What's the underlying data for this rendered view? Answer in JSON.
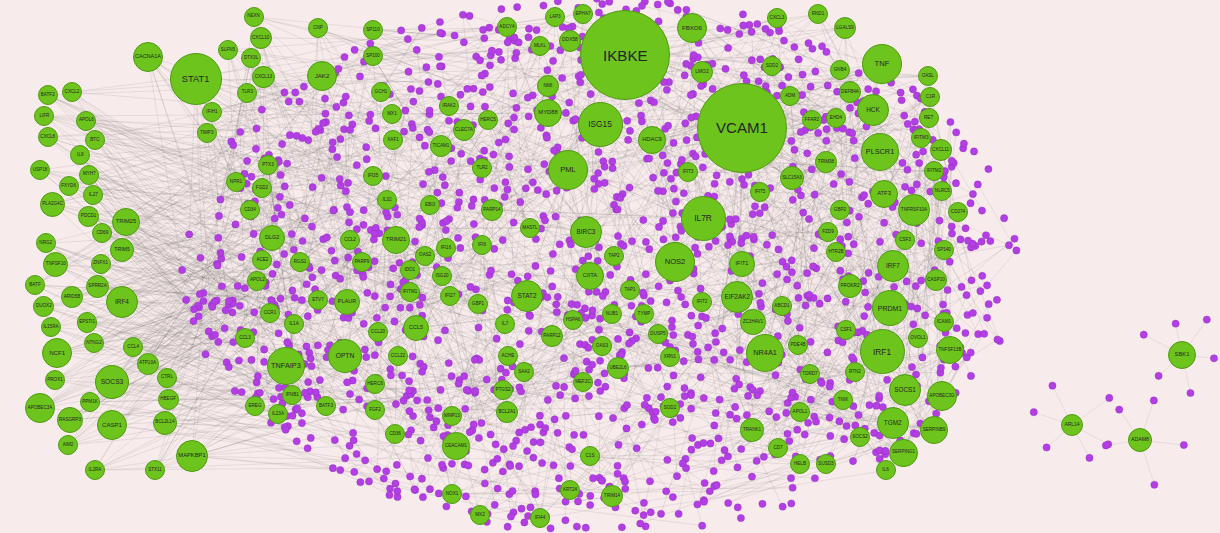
{
  "diagram": {
    "nodes": [
      {
        "text": [
          "NEXN"
        ]
      },
      {
        "text": [
          "CNP"
        ]
      },
      {
        "text": [
          "CXCL10"
        ]
      },
      {
        "text": [
          "CACNA1A"
        ]
      },
      {
        "text": [
          "SLFN5"
        ]
      },
      {
        "text": [
          "DTX3L"
        ]
      },
      {
        "text": [
          "STAT1"
        ]
      },
      {
        "text": [
          "CXCL13"
        ]
      },
      {
        "text": [
          "JAK2"
        ]
      },
      {
        "text": [
          "TLR3"
        ]
      },
      {
        "text": [
          "BATF2"
        ]
      },
      {
        "text": [
          "CXCL2"
        ]
      },
      {
        "text": [
          "IFIH1"
        ]
      },
      {
        "text": [
          "LIFR"
        ]
      },
      {
        "text": [
          "APOL6"
        ]
      },
      {
        "text": [
          "TIMP3"
        ]
      },
      {
        "text": [
          "CXCL8"
        ]
      },
      {
        "text": [
          "BTC"
        ]
      },
      {
        "text": [
          "IL9"
        ]
      },
      {
        "text": [
          "USP18"
        ]
      },
      {
        "text": [
          "MYH7"
        ]
      },
      {
        "text": [
          "FXYD6"
        ]
      },
      {
        "text": [
          "IL27"
        ]
      },
      {
        "text": [
          "PLA2G4C"
        ]
      },
      {
        "text": [
          "PDCD1"
        ]
      },
      {
        "text": [
          "TRIM25"
        ]
      },
      {
        "text": [
          "CD69"
        ]
      },
      {
        "text": [
          "NRG2"
        ]
      },
      {
        "text": [
          "TRIM5"
        ]
      },
      {
        "text": [
          "TNFSF10"
        ]
      },
      {
        "text": [
          "ZNFX1"
        ]
      },
      {
        "text": [
          "SPRR2A"
        ]
      },
      {
        "text": [
          "BATF"
        ]
      },
      {
        "text": [
          "IRF4"
        ]
      },
      {
        "text": [
          "ARID5B"
        ]
      },
      {
        "text": [
          "DUOX2"
        ]
      },
      {
        "text": [
          "IL15RA"
        ]
      },
      {
        "text": [
          "EPSTI1"
        ]
      },
      {
        "text": [
          "NTNG2"
        ]
      },
      {
        "text": [
          "CCL4"
        ]
      },
      {
        "text": [
          "NCF1"
        ]
      },
      {
        "text": [
          "ATP10A"
        ]
      },
      {
        "text": [
          "PROX1"
        ]
      },
      {
        "text": [
          "SOCS3"
        ]
      },
      {
        "text": [
          "CTRL"
        ]
      },
      {
        "text": [
          "PPM1K"
        ]
      },
      {
        "text": [
          "HBEGF"
        ]
      },
      {
        "text": [
          "APOBEC3A"
        ]
      },
      {
        "text": [
          "RASGRP3"
        ]
      },
      {
        "text": [
          "CASP1"
        ]
      },
      {
        "text": [
          "BCL2L14"
        ]
      },
      {
        "text": [
          "AIM2"
        ]
      },
      {
        "text": [
          "IL2RA"
        ]
      },
      {
        "text": [
          "STX11"
        ]
      },
      {
        "text": [
          "MAPKBP1"
        ]
      },
      {
        "text": [
          "PTX3"
        ]
      },
      {
        "text": [
          "NPR1"
        ]
      },
      {
        "text": [
          "FGD2"
        ]
      },
      {
        "text": [
          "CD34"
        ]
      },
      {
        "text": [
          "DLG2"
        ]
      },
      {
        "text": [
          "ACE2"
        ]
      },
      {
        "text": [
          "APOL2"
        ]
      },
      {
        "text": [
          "RGS1"
        ]
      },
      {
        "text": [
          "ETV7"
        ]
      },
      {
        "text": [
          "CCR1"
        ]
      },
      {
        "text": [
          "IL1A"
        ]
      },
      {
        "text": [
          "CCL3"
        ]
      },
      {
        "text": [
          "TNFAIP3"
        ]
      },
      {
        "text": [
          "EREG"
        ]
      },
      {
        "text": [
          "IL23A"
        ]
      },
      {
        "text": [
          "IFNB1"
        ]
      },
      {
        "text": [
          "BATF3"
        ]
      },
      {
        "text": [
          "OPTN"
        ]
      },
      {
        "text": [
          "PLAUR"
        ]
      },
      {
        "text": [
          "CCL2"
        ]
      },
      {
        "text": [
          "SP110"
        ]
      },
      {
        "text": [
          "SP100"
        ]
      },
      {
        "text": [
          "GCH1"
        ]
      },
      {
        "text": [
          "MX1"
        ]
      },
      {
        "text": [
          "XAF1"
        ]
      },
      {
        "text": [
          "IFI35"
        ]
      },
      {
        "text": [
          "IL32"
        ]
      },
      {
        "text": [
          "EBI3"
        ]
      },
      {
        "text": [
          "TRIM21"
        ]
      },
      {
        "text": [
          "IRAK2"
        ]
      },
      {
        "text": [
          "CLEC7A"
        ]
      },
      {
        "text": [
          "TICAM1"
        ]
      },
      {
        "text": [
          "HERC5"
        ]
      },
      {
        "text": [
          "TLR2"
        ]
      },
      {
        "text": [
          "ADCY4"
        ]
      },
      {
        "text": [
          "LAP3"
        ]
      },
      {
        "text": [
          "MLKL"
        ]
      },
      {
        "text": [
          "DDX58"
        ]
      },
      {
        "text": [
          "NMI"
        ]
      },
      {
        "text": [
          "MYD88"
        ]
      },
      {
        "text": [
          "EPHA7"
        ]
      },
      {
        "text": [
          "IKBKE"
        ]
      },
      {
        "text": [
          "FBXO6"
        ]
      },
      {
        "text": [
          "LMO2"
        ]
      },
      {
        "text": [
          "ISG15"
        ]
      },
      {
        "text": [
          "HDAC9"
        ]
      },
      {
        "text": [
          "VCAM1"
        ]
      },
      {
        "text": [
          "SOD2"
        ]
      },
      {
        "text": [
          "IFIT3"
        ]
      },
      {
        "text": [
          "PML"
        ]
      },
      {
        "text": [
          "BIRC3"
        ]
      },
      {
        "text": [
          "MASTL"
        ]
      },
      {
        "text": [
          "PARP14"
        ]
      },
      {
        "text": [
          "IFI16"
        ]
      },
      {
        "text": [
          "OAS2"
        ]
      },
      {
        "text": [
          "IFI6"
        ]
      },
      {
        "text": [
          "IDO1"
        ]
      },
      {
        "text": [
          "ISG20"
        ]
      },
      {
        "text": [
          "PARP9"
        ]
      },
      {
        "text": [
          "IFITM1"
        ]
      },
      {
        "text": [
          "IFI27"
        ]
      },
      {
        "text": [
          "GBP1"
        ]
      },
      {
        "text": [
          "STAT2"
        ]
      },
      {
        "text": [
          "CIITA"
        ]
      },
      {
        "text": [
          "TAP2"
        ]
      },
      {
        "text": [
          "TAP1"
        ]
      },
      {
        "text": [
          "HSPA6"
        ]
      },
      {
        "text": [
          "NUB1"
        ]
      },
      {
        "text": [
          "TYMP"
        ]
      },
      {
        "text": [
          "IL7R"
        ]
      },
      {
        "text": [
          "NOS2"
        ]
      },
      {
        "text": [
          "IFIT2"
        ]
      },
      {
        "text": [
          "IFIT1"
        ]
      },
      {
        "text": [
          "EIF2AK2"
        ]
      },
      {
        "text": [
          "IFIT5"
        ]
      },
      {
        "text": [
          "IL7"
        ]
      },
      {
        "text": [
          "PARP12"
        ]
      },
      {
        "text": [
          "OAS3"
        ]
      },
      {
        "text": [
          "DUSP5"
        ]
      },
      {
        "text": [
          "CCL5"
        ]
      },
      {
        "text": [
          "CCL20"
        ]
      },
      {
        "text": [
          "CCL22"
        ]
      },
      {
        "text": [
          "HERC6"
        ]
      },
      {
        "text": [
          "ACHE"
        ]
      },
      {
        "text": [
          "SAA2"
        ]
      },
      {
        "text": [
          "PTGS2"
        ]
      },
      {
        "text": [
          "BCL2A1"
        ]
      },
      {
        "text": [
          "MEF2C"
        ]
      },
      {
        "text": [
          "UBE2L6"
        ]
      },
      {
        "text": [
          "XRN1"
        ]
      },
      {
        "text": [
          "ZC3HAV1"
        ]
      },
      {
        "text": [
          "NR4A1"
        ]
      },
      {
        "text": [
          "SOD2"
        ]
      },
      {
        "text": [
          "FGF2"
        ]
      },
      {
        "text": [
          "CD36"
        ]
      },
      {
        "text": [
          "MMP13"
        ]
      },
      {
        "text": [
          "CEACAM1"
        ]
      },
      {
        "text": [
          "NOX1"
        ]
      },
      {
        "text": [
          "MX2"
        ]
      },
      {
        "text": [
          "IFI44"
        ]
      },
      {
        "text": [
          "C1S"
        ]
      },
      {
        "text": [
          "TRIM14"
        ]
      },
      {
        "text": [
          "KRT24"
        ]
      },
      {
        "text": [
          "TRANK1"
        ]
      },
      {
        "text": [
          "CD7"
        ]
      },
      {
        "text": [
          "HELB"
        ]
      },
      {
        "text": [
          "SUSD3"
        ]
      },
      {
        "text": [
          "APOL1"
        ]
      },
      {
        "text": [
          "PDE4B"
        ]
      },
      {
        "text": [
          "TDRD7"
        ]
      },
      {
        "text": [
          "RTN2"
        ]
      },
      {
        "text": [
          "TNIK"
        ]
      },
      {
        "text": [
          "SOCS2"
        ]
      },
      {
        "text": [
          "ABCD1"
        ]
      },
      {
        "text": [
          "CXCL3"
        ]
      },
      {
        "text": [
          "RND1"
        ]
      },
      {
        "text": [
          "LGALS9"
        ]
      },
      {
        "text": [
          "TNF"
        ]
      },
      {
        "text": [
          "GNB4"
        ]
      },
      {
        "text": [
          "DEFB4A"
        ]
      },
      {
        "text": [
          "ADM"
        ]
      },
      {
        "text": [
          "FFAR2"
        ]
      },
      {
        "text": [
          "EHD4"
        ]
      },
      {
        "text": [
          "HCK"
        ]
      },
      {
        "text": [
          "OASL"
        ]
      },
      {
        "text": [
          "C1R"
        ]
      },
      {
        "text": [
          "RET"
        ]
      },
      {
        "text": [
          "IFITM3"
        ]
      },
      {
        "text": [
          "SLC15A3"
        ]
      },
      {
        "text": [
          "TRIM38"
        ]
      },
      {
        "text": [
          "PLSCR1"
        ]
      },
      {
        "text": [
          "CXCL11"
        ]
      },
      {
        "text": [
          "IFITM2"
        ]
      },
      {
        "text": [
          "ATF3"
        ]
      },
      {
        "text": [
          "NLRC5"
        ]
      },
      {
        "text": [
          "TNFRSF10A"
        ]
      },
      {
        "text": [
          "CD274"
        ]
      },
      {
        "text": [
          "GBP2"
        ]
      },
      {
        "text": [
          "FZD9"
        ]
      },
      {
        "text": [
          "HTR2B"
        ]
      },
      {
        "text": [
          "CSF3"
        ]
      },
      {
        "text": [
          "SP140"
        ]
      },
      {
        "text": [
          "IRF7"
        ]
      },
      {
        "text": [
          "CASP10"
        ]
      },
      {
        "text": [
          "PROKR2"
        ]
      },
      {
        "text": [
          "PRDM1"
        ]
      },
      {
        "text": [
          "ICAM1"
        ]
      },
      {
        "text": [
          "OVOL1"
        ]
      },
      {
        "text": [
          "CSF1"
        ]
      },
      {
        "text": [
          "IRF1"
        ]
      },
      {
        "text": [
          "TNFSF13B"
        ]
      },
      {
        "text": [
          "SOCS1"
        ]
      },
      {
        "text": [
          "APOBEC3G"
        ]
      },
      {
        "text": [
          "TGM2"
        ]
      },
      {
        "text": [
          "SERPINB9"
        ]
      },
      {
        "text": [
          "SERPING1"
        ]
      },
      {
        "text": [
          "IL6"
        ]
      },
      {
        "text": [
          "SBK1"
        ]
      },
      {
        "text": [
          "ARL14"
        ]
      },
      {
        "text": [
          "ADAM8"
        ]
      }
    ]
  }
}
